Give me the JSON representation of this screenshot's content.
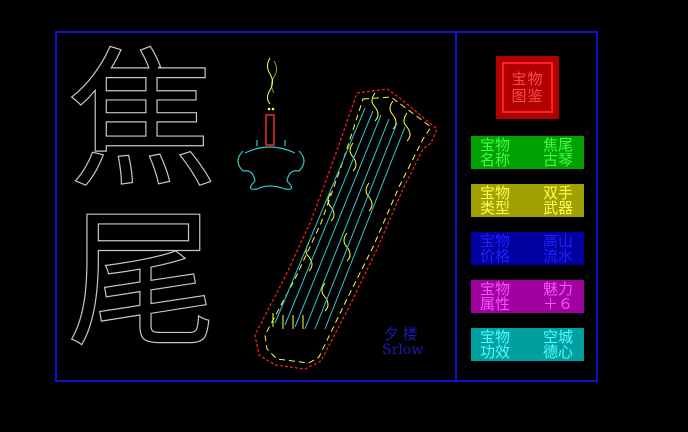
{
  "title_art": [
    "焦",
    "尾"
  ],
  "seal": {
    "line1": "宝物",
    "line2": "图鉴"
  },
  "attributes": [
    {
      "label": "宝物名称",
      "value": "焦尾古琴",
      "bg": "#00a000",
      "label_color": "#40ff40",
      "value_color": "#40ff40"
    },
    {
      "label": "宝物类型",
      "value": "双手武器",
      "bg": "#a0a000",
      "label_color": "#ffff50",
      "value_color": "#ffff50"
    },
    {
      "label": "宝物价格",
      "value": "高山流水",
      "bg": "#0000a0",
      "label_color": "#2020ff",
      "value_color": "#2020ff"
    },
    {
      "label": "宝物属性",
      "value": "魅力＋６",
      "bg": "#a000a0",
      "label_color": "#ff50ff",
      "value_color": "#ff50ff"
    },
    {
      "label": "宝物功效",
      "value": "空城德心",
      "bg": "#00a0a0",
      "label_color": "#50ffff",
      "value_color": "#50ffff"
    }
  ],
  "signature": {
    "name": "夕楼",
    "latin": "Srlow"
  },
  "colors": {
    "frame": "#1010d0",
    "seal_bg": "#b00000",
    "seal_text": "#ff4a4a"
  }
}
